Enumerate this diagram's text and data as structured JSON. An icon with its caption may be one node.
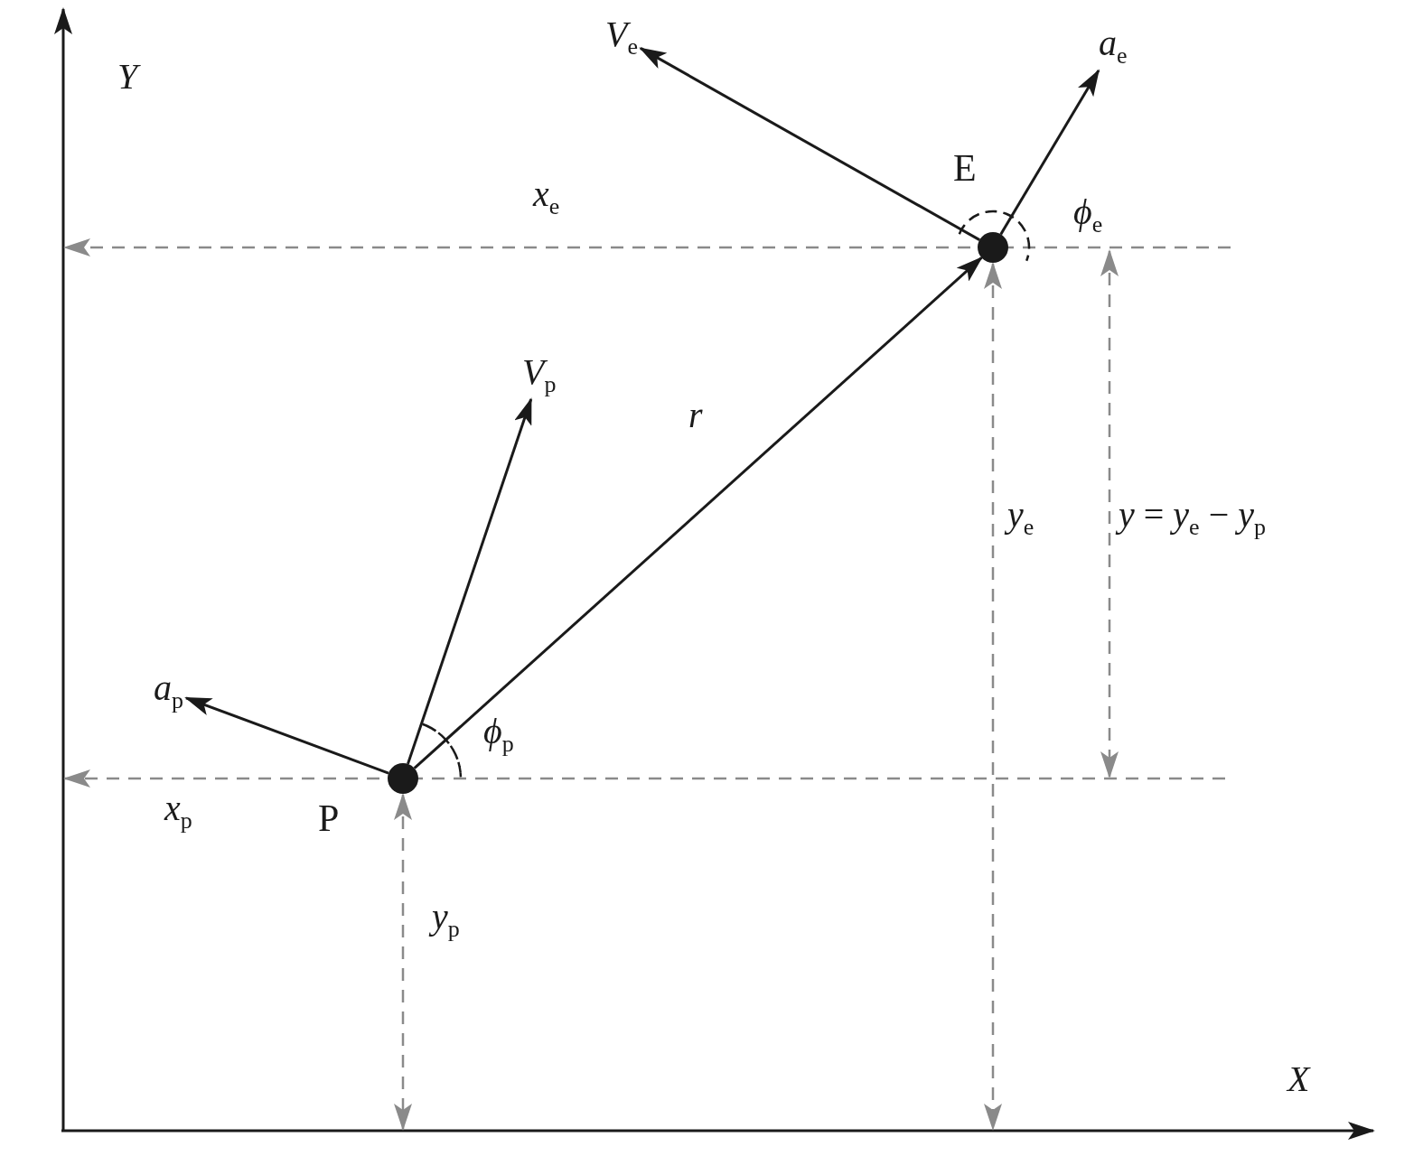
{
  "diagram": {
    "nodes": [
      {
        "text": [],
        "shape": "circle",
        "beside": [
          "P"
        ]
      },
      {
        "text": [],
        "shape": "circle",
        "beside": [
          "E"
        ]
      },
      {
        "text": [
          "*V*$_{p}$"
        ]
      },
      {
        "text": [
          "*a*$_{p}$"
        ]
      },
      {
        "text": [
          "*V*$_{e}$"
        ]
      },
      {
        "text": [
          "*a*$_{e}$"
        ]
      }
    ],
    "edges": [
      {
        "from": 0,
        "to": 1,
        "arrow": "to",
        "label": "*r*"
      },
      {
        "from": 0,
        "to": 2,
        "arrow": "to"
      },
      {
        "from": 0,
        "to": 3,
        "arrow": "to"
      },
      {
        "from": 1,
        "to": 4,
        "arrow": "to"
      },
      {
        "from": 1,
        "to": 5,
        "arrow": "to"
      }
    ],
    "labels": [
      "*Y*",
      "*x*$_{e}$",
      "*ϕ*$_{e}$",
      "*y*$_{e}$",
      "*y* = *y*$_{e}$ − *y*$_{p}$",
      "*ϕ*$_{p}$",
      "*x*$_{p}$",
      "*y*$_{p}$",
      "*X*"
    ]
  }
}
